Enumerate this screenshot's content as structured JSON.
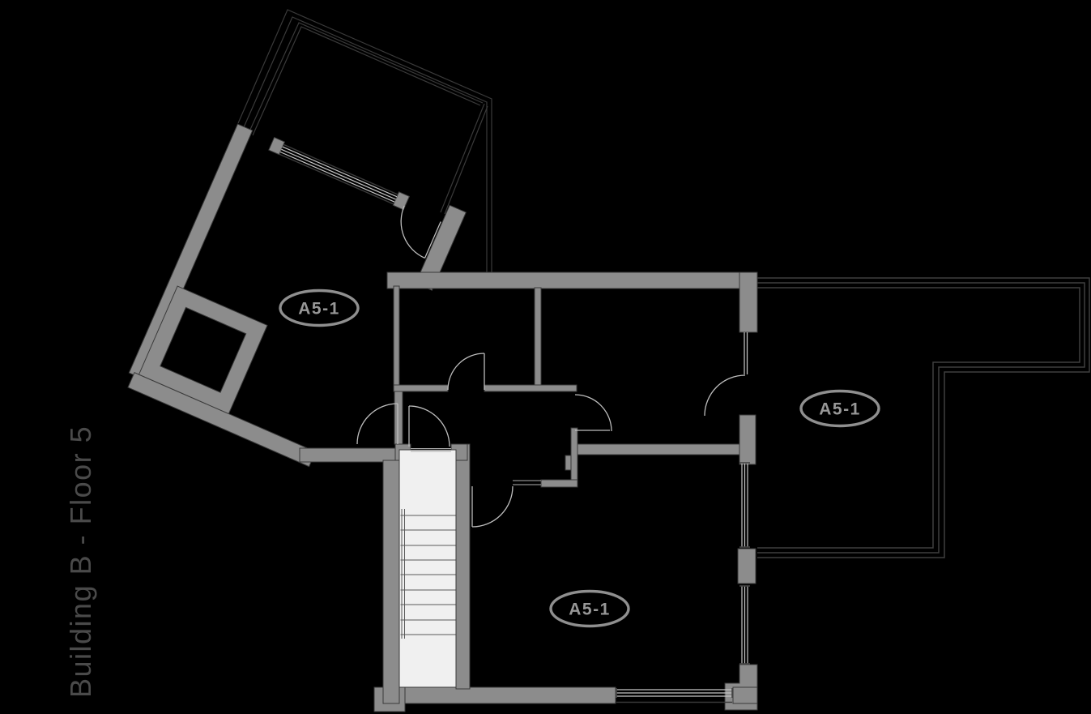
{
  "title": "Building B - Floor 5",
  "rooms": [
    {
      "id": "wing-unit",
      "label": "A5-1"
    },
    {
      "id": "east-terrace",
      "label": "A5-1"
    },
    {
      "id": "main-room",
      "label": "A5-1"
    }
  ],
  "colors": {
    "background": "#000000",
    "wall": "#8c8c8c",
    "wall_outline": "#3a3a3a",
    "terrace_outline": "#3f3f3f",
    "door_window": "#c6c6c6",
    "stairwell": "#f0f0f0",
    "label": "#979797",
    "title": "#4a4a4a"
  }
}
